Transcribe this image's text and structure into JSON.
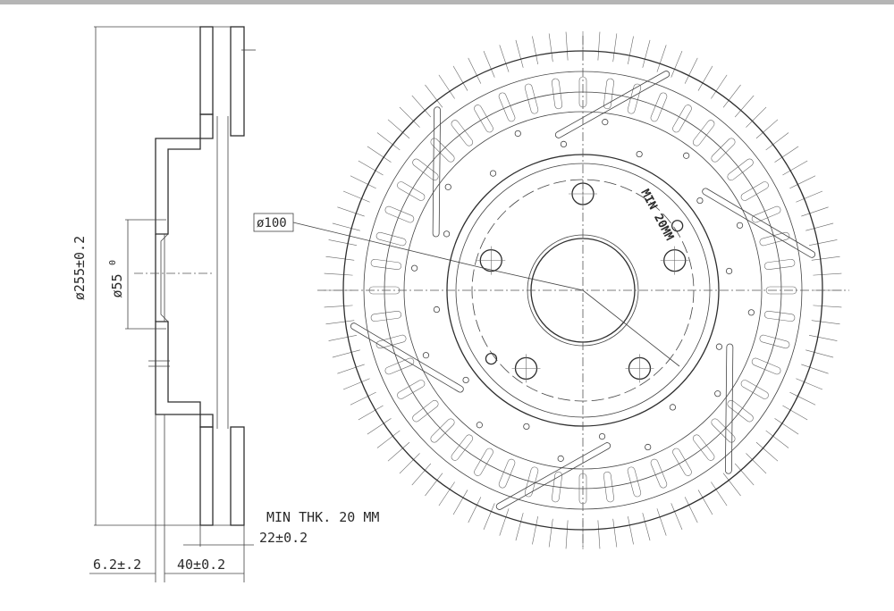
{
  "side_view": {
    "outer_diameter_label": "ø255±0.2",
    "center_bore_label": "ø55",
    "center_bore_mark": "0",
    "min_thickness_label": "MIN THK. 20 MM",
    "thickness_label": "22±0.2",
    "hat_thickness_label": "6.2±.2",
    "height_label": "40±0.2"
  },
  "front_view": {
    "pcd_label": "ø100",
    "stamp_text": "MIN 20MM"
  },
  "colors": {
    "line": "#2f2f2f",
    "top_rule": "#b5b5b5",
    "background": "#ffffff"
  }
}
